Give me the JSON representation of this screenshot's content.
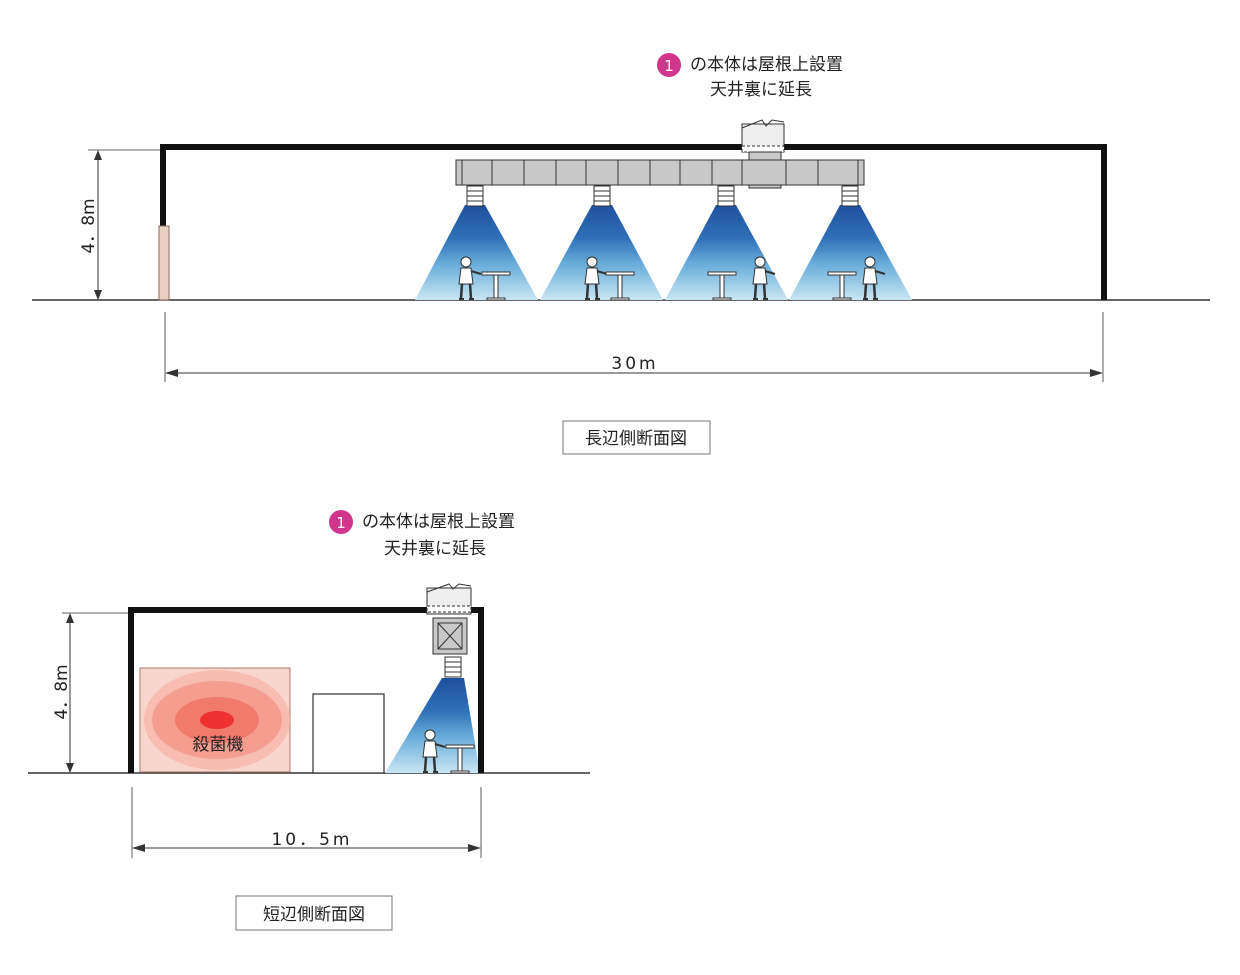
{
  "long_section": {
    "note_badge": "1",
    "note_line1": "の本体は屋根上設置",
    "note_line2": "天井裏に延長",
    "height_label": "4．8m",
    "width_label": "30m",
    "caption": "長辺側断面図"
  },
  "short_section": {
    "note_badge": "1",
    "note_line1": "の本体は屋根上設置",
    "note_line2": "天井裏に延長",
    "height_label": "4．8m",
    "width_label": "10．5m",
    "sterilizer_label": "殺菌機",
    "caption": "短辺側断面図"
  },
  "colors": {
    "badge": "#d2358e",
    "cone_dark": "#1f4f9e",
    "cone_mid": "#3f86c6",
    "cone_light": "#bfe1f2",
    "heat_core": "#f23a3a",
    "heat_outer": "#f7c7bd",
    "duct": "#c8c8c8"
  }
}
